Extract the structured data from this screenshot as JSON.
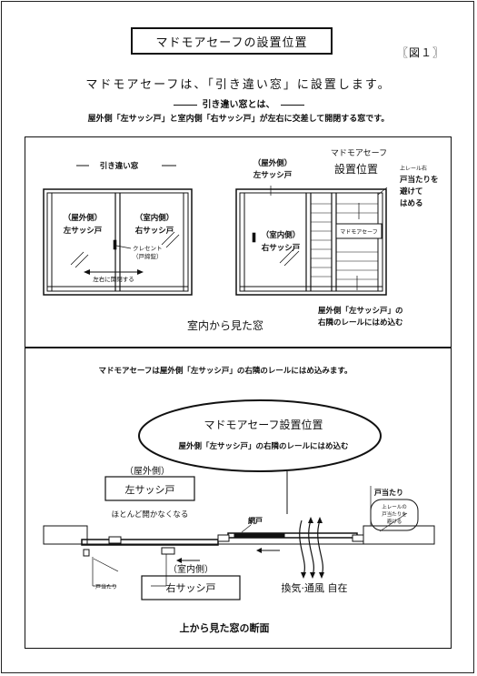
{
  "title": "マドモアセーフの設置位置",
  "figure_no": "〖図１〗",
  "lead": "マドモアセーフは、「引き違い窓」に設置します。",
  "sub_heading": "引き違い窓とは、",
  "explanation": "屋外側「左サッシ戸」と室内側「右サッシ戸」が左右に交差して開閉する窓です。",
  "front_view": {
    "caption": "室内から見た窓",
    "left_window": {
      "title": "引き違い窓",
      "outdoor_label": "（屋外側）",
      "left_sash": "左サッシ戸",
      "indoor_label": "（室内側）",
      "right_sash": "右サッシ戸",
      "crescent": "クレセント",
      "lock": "（戸締錠）",
      "open_note": "左右に開閉する"
    },
    "right_window": {
      "outdoor_label": "（屋外側）",
      "left_sash": "左サッシ戸",
      "product_line1": "マドモアセーフ",
      "product_line2": "設置位置",
      "indoor_label": "（室内側）",
      "right_sash": "右サッシ戸",
      "product_tag": "マドモアセーフ",
      "upper_rail": "上レール右",
      "avoid1": "戸当たりを",
      "avoid2": "避けて",
      "avoid3": "はめる",
      "note1": "屋外側「左サッシ戸」の",
      "note2": "右隣のレールにはめ込む"
    }
  },
  "section_view": {
    "heading": "マドモアセーフは屋外側「左サッシ戸」の右隣のレールにはめ込みます。",
    "bubble_title": "マドモアセーフ設置位置",
    "bubble_text": "屋外側「左サッシ戸」の右隣のレールにはめ込む",
    "outdoor_label": "（屋外側）",
    "left_sash": "左サッシ戸",
    "hardly_opens": "ほとんど開かなくなる",
    "screen": "網戸",
    "door_stop_right": "戸当たり",
    "rail_note1": "上レールの",
    "rail_note2": "戸当たりを",
    "rail_note3": "避ける",
    "door_stop_left": "戸当たり",
    "indoor_label": "（室内側）",
    "right_sash": "右サッシ戸",
    "ventilation": "換気·通風 自在",
    "caption": "上から見た窓の断面"
  }
}
